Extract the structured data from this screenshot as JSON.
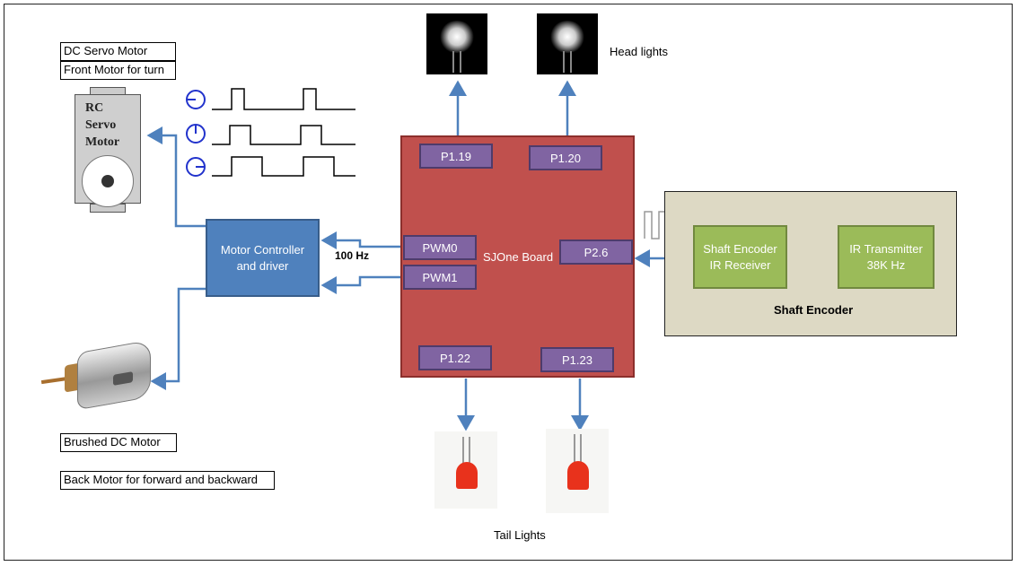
{
  "servo": {
    "label_1": "DC Servo Motor",
    "label_2": "Front Motor for turn",
    "body_text": [
      "RC",
      "Servo",
      "Motor"
    ]
  },
  "brushed": {
    "label_1": "Brushed DC Motor",
    "label_2": "Back Motor for forward and backward"
  },
  "motor_controller": {
    "line1": "Motor Controller",
    "line2": "and driver"
  },
  "frequency_label": "100 Hz",
  "board": {
    "title": "SJOne Board",
    "pins": {
      "p119": "P1.19",
      "p120": "P1.20",
      "pwm0": "PWM0",
      "pwm1": "PWM1",
      "p26": "P2.6",
      "p122": "P1.22",
      "p123": "P1.23"
    }
  },
  "encoder": {
    "title": "Shaft Encoder",
    "receiver_line1": "Shaft Encoder",
    "receiver_line2": "IR Receiver",
    "transmitter_line1": "IR Transmitter",
    "transmitter_line2": "38K Hz"
  },
  "head_lights_label": "Head lights",
  "tail_lights_label": "Tail Lights",
  "colors": {
    "board": "#c0504d",
    "pin": "#8064a2",
    "controller": "#4f81bd",
    "encoder_block": "#9bbb59",
    "encoder_bg": "#ddd9c4",
    "arrow": "#4f81bd"
  }
}
